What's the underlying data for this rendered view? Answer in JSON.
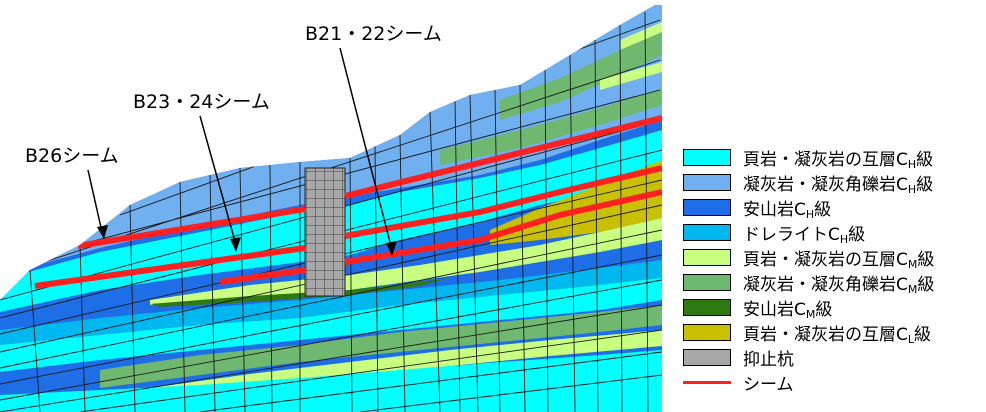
{
  "colors": {
    "shale_tuff_CH": "#00ffff",
    "tuff_breccia_CH": "#70b0f0",
    "andesite_CH": "#1e6ee8",
    "dolerite_CH": "#00b8f0",
    "shale_tuff_CM": "#c8ff80",
    "tuff_breccia_CM": "#6fb86f",
    "andesite_CM": "#2f7a10",
    "shale_tuff_CL": "#c8c000",
    "pile": "#a8a8a8",
    "seam": "#ff2020",
    "mesh": "#1a1a1a"
  },
  "annotations": [
    {
      "id": "b21",
      "text": "B21・22シーム"
    },
    {
      "id": "b23",
      "text": "B23・24シーム"
    },
    {
      "id": "b26",
      "text": "B26シーム"
    }
  ],
  "legend": [
    {
      "key": "shale_tuff_CH",
      "base": "頁岩・凝灰岩の互層C",
      "sub": "H",
      "suffix": "級",
      "color": "#00ffff"
    },
    {
      "key": "tuff_breccia_CH",
      "base": "凝灰岩・凝灰角礫岩C",
      "sub": "H",
      "suffix": "級",
      "color": "#70b0f0"
    },
    {
      "key": "andesite_CH",
      "base": "安山岩C",
      "sub": "H",
      "suffix": "級",
      "color": "#1e6ee8"
    },
    {
      "key": "dolerite_CH",
      "base": "ドレライトC",
      "sub": "H",
      "suffix": "級",
      "color": "#00b8f0"
    },
    {
      "key": "shale_tuff_CM",
      "base": "頁岩・凝灰岩の互層C",
      "sub": "M",
      "suffix": "級",
      "color": "#c8ff80"
    },
    {
      "key": "tuff_breccia_CM",
      "base": "凝灰岩・凝灰角礫岩C",
      "sub": "M",
      "suffix": "級",
      "color": "#6fb86f"
    },
    {
      "key": "andesite_CM",
      "base": "安山岩C",
      "sub": "M",
      "suffix": "級",
      "color": "#2f7a10"
    },
    {
      "key": "shale_tuff_CL",
      "base": "頁岩・凝灰岩の互層C",
      "sub": "L",
      "suffix": "級",
      "color": "#c8c000"
    },
    {
      "key": "pile",
      "base": "抑止杭",
      "sub": "",
      "suffix": "",
      "color": "#a8a8a8"
    },
    {
      "key": "seam",
      "base": "シーム",
      "sub": "",
      "suffix": "",
      "color": "#ff2020",
      "line": true
    }
  ]
}
